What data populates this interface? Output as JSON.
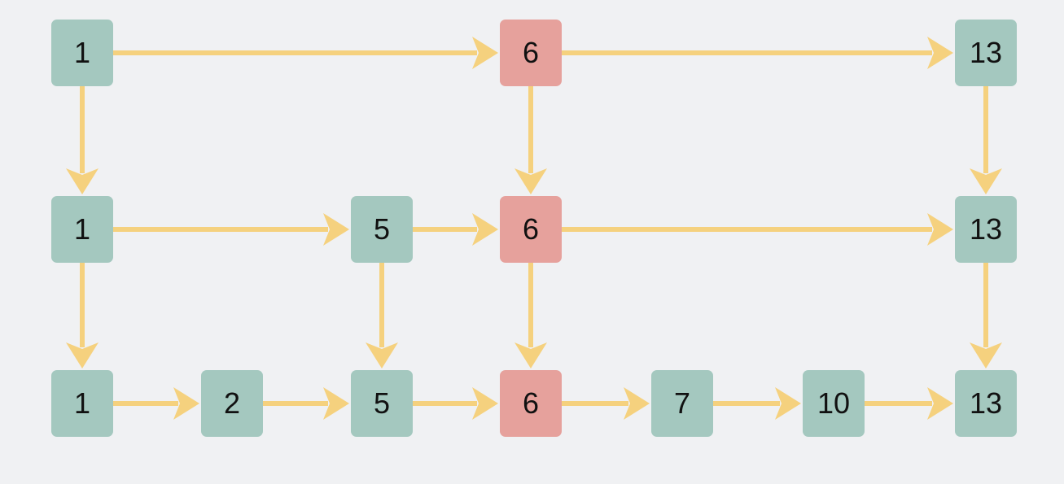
{
  "colors": {
    "background": "#f0f1f3",
    "node_default": "#a4c8bf",
    "node_highlight": "#e6a19c",
    "edge": "#f5d17e"
  },
  "nodes": [
    {
      "id": "n-0-0",
      "label": "1",
      "level": 0,
      "highlight": false
    },
    {
      "id": "n-0-6",
      "label": "6",
      "level": 0,
      "highlight": true
    },
    {
      "id": "n-0-13",
      "label": "13",
      "level": 0,
      "highlight": false
    },
    {
      "id": "n-1-1",
      "label": "1",
      "level": 1,
      "highlight": false
    },
    {
      "id": "n-1-5",
      "label": "5",
      "level": 1,
      "highlight": false
    },
    {
      "id": "n-1-6",
      "label": "6",
      "level": 1,
      "highlight": true
    },
    {
      "id": "n-1-13",
      "label": "13",
      "level": 1,
      "highlight": false
    },
    {
      "id": "n-2-1",
      "label": "1",
      "level": 2,
      "highlight": false
    },
    {
      "id": "n-2-2",
      "label": "2",
      "level": 2,
      "highlight": false
    },
    {
      "id": "n-2-5",
      "label": "5",
      "level": 2,
      "highlight": false
    },
    {
      "id": "n-2-6",
      "label": "6",
      "level": 2,
      "highlight": true
    },
    {
      "id": "n-2-7",
      "label": "7",
      "level": 2,
      "highlight": false
    },
    {
      "id": "n-2-10",
      "label": "10",
      "level": 2,
      "highlight": false
    },
    {
      "id": "n-2-13",
      "label": "13",
      "level": 2,
      "highlight": false
    }
  ],
  "edges": [
    {
      "from": "n-0-0",
      "to": "n-0-6"
    },
    {
      "from": "n-0-6",
      "to": "n-0-13"
    },
    {
      "from": "n-1-1",
      "to": "n-1-5"
    },
    {
      "from": "n-1-5",
      "to": "n-1-6"
    },
    {
      "from": "n-1-6",
      "to": "n-1-13"
    },
    {
      "from": "n-2-1",
      "to": "n-2-2"
    },
    {
      "from": "n-2-2",
      "to": "n-2-5"
    },
    {
      "from": "n-2-5",
      "to": "n-2-6"
    },
    {
      "from": "n-2-6",
      "to": "n-2-7"
    },
    {
      "from": "n-2-7",
      "to": "n-2-10"
    },
    {
      "from": "n-2-10",
      "to": "n-2-13"
    },
    {
      "from": "n-0-0",
      "to": "n-1-1"
    },
    {
      "from": "n-1-1",
      "to": "n-2-1"
    },
    {
      "from": "n-0-6",
      "to": "n-1-6"
    },
    {
      "from": "n-1-6",
      "to": "n-2-6"
    },
    {
      "from": "n-1-5",
      "to": "n-2-5"
    },
    {
      "from": "n-0-13",
      "to": "n-1-13"
    },
    {
      "from": "n-1-13",
      "to": "n-2-13"
    }
  ]
}
